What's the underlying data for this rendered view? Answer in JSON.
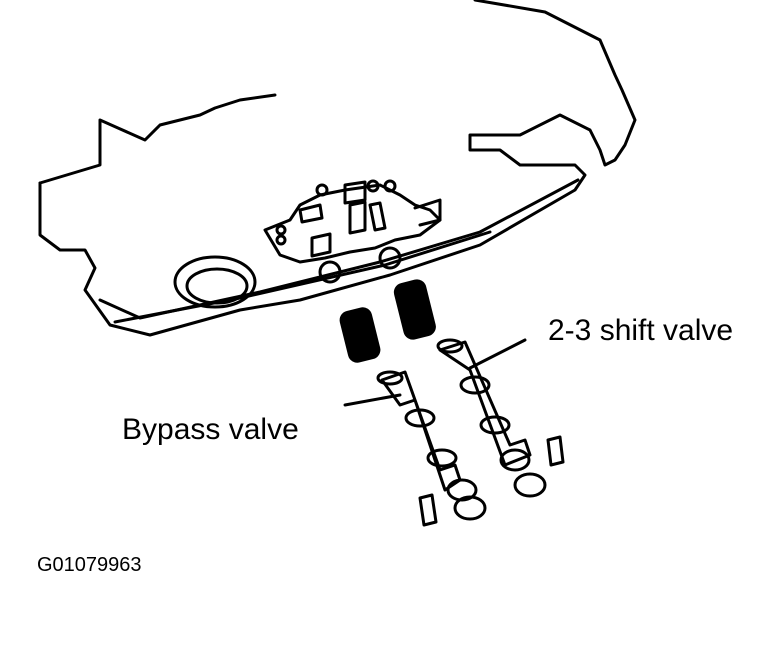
{
  "diagram": {
    "labels": {
      "shift_valve": "2-3 shift valve",
      "bypass_valve": "Bypass valve"
    },
    "figure_id": "G01079963"
  },
  "colors": {
    "ink": "#000000",
    "background": "#ffffff"
  }
}
